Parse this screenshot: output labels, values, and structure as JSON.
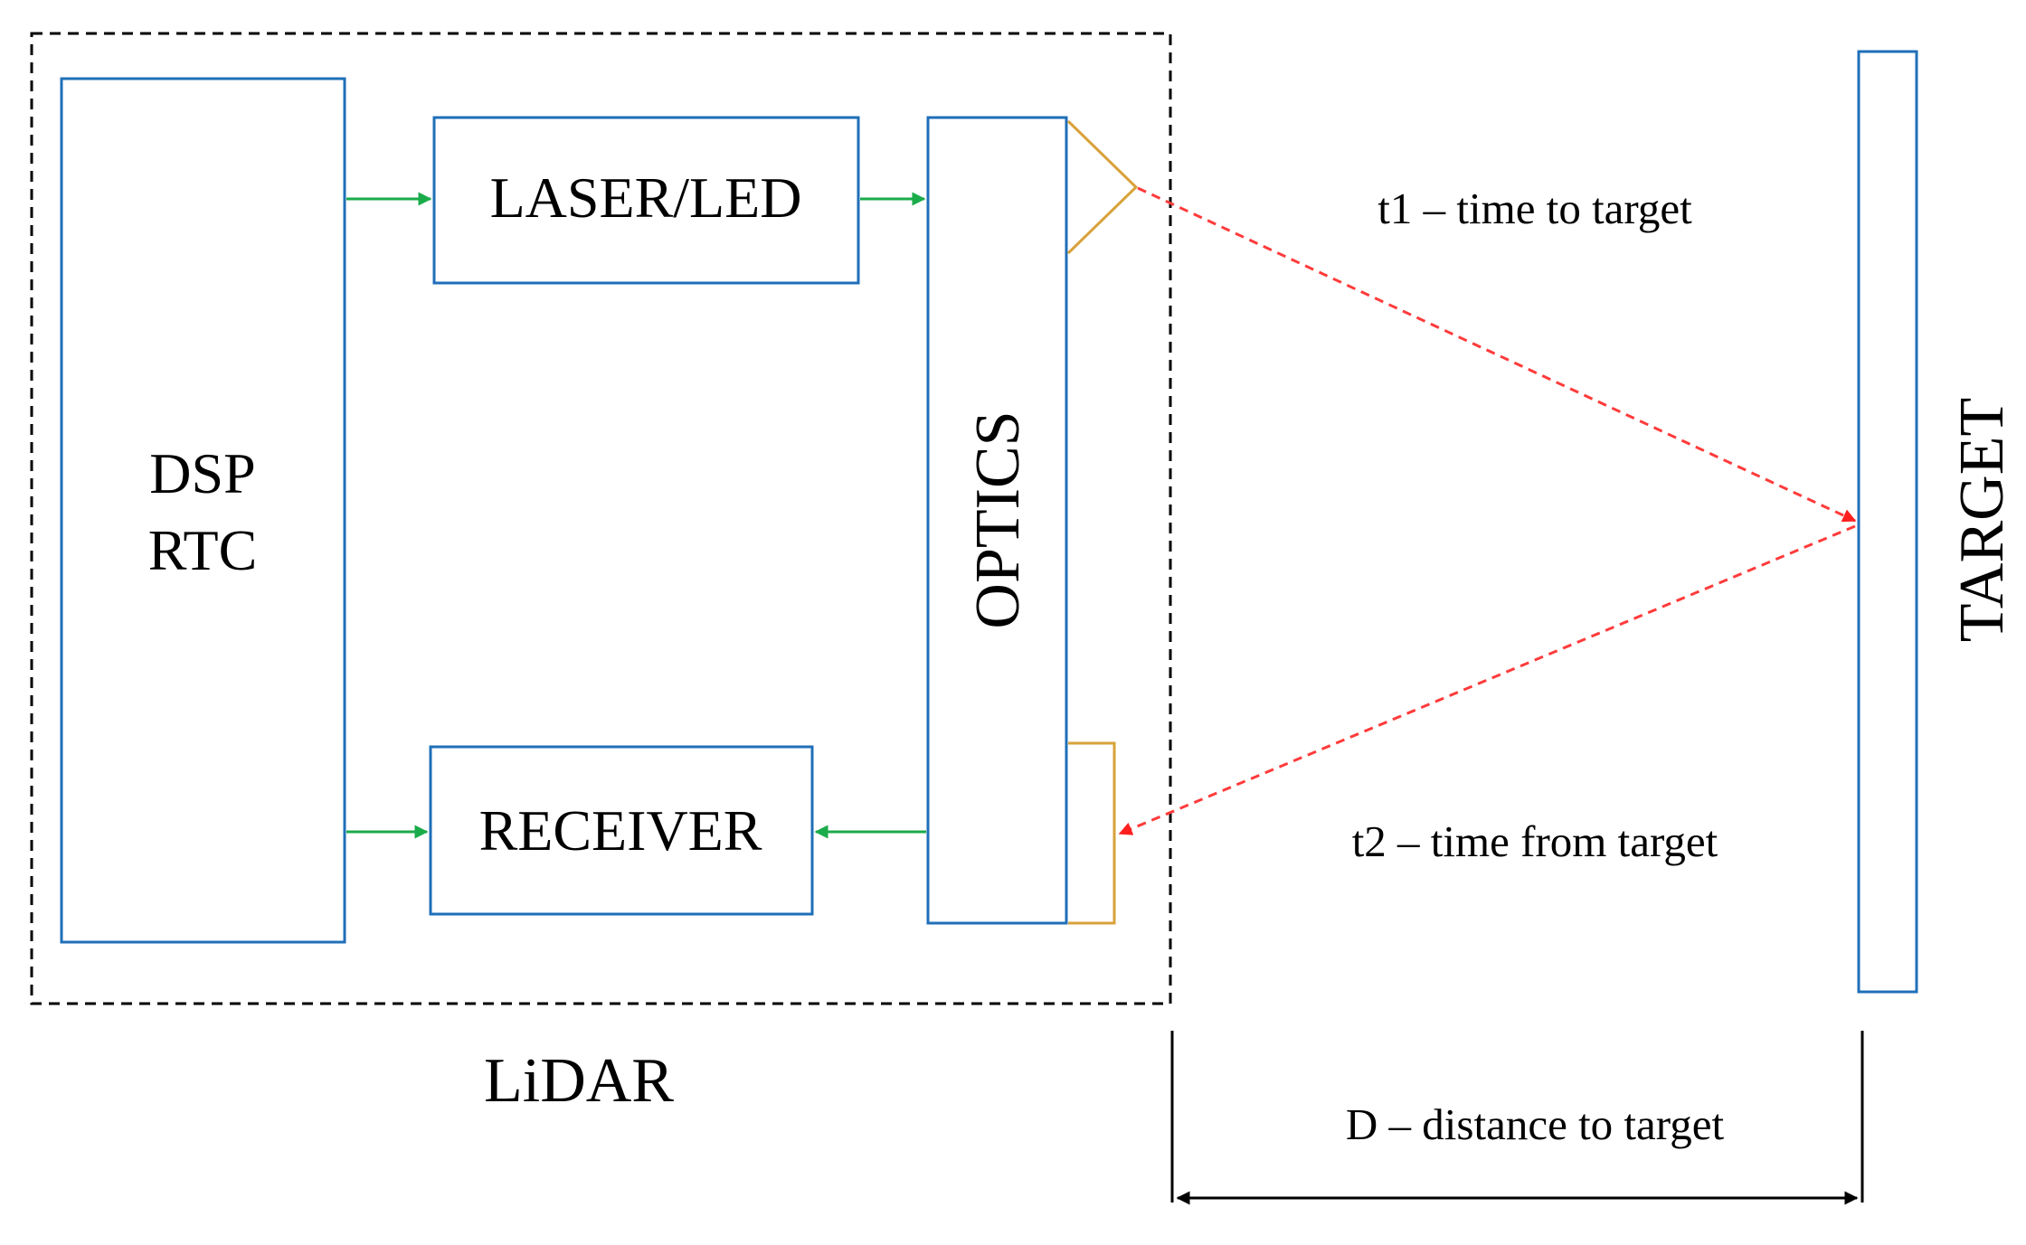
{
  "diagram": {
    "blocks": {
      "dsp": {
        "line1": "DSP",
        "line2": "RTC"
      },
      "laser": {
        "label": "LASER/LED"
      },
      "receiver": {
        "label": "RECEIVER"
      },
      "optics": {
        "label": "OPTICS"
      },
      "target": {
        "label": "TARGET"
      }
    },
    "group_label": "LiDAR",
    "annotations": {
      "t1": "t1 – time to target",
      "t2": "t2 – time from target",
      "distance": "D – distance to target"
    }
  },
  "colors": {
    "block_border": "#1f6fb8",
    "signal_arrow": "#1aab4a",
    "beam": "#ff3b3b",
    "lens": "#d8a23a",
    "group_border": "#000000"
  }
}
